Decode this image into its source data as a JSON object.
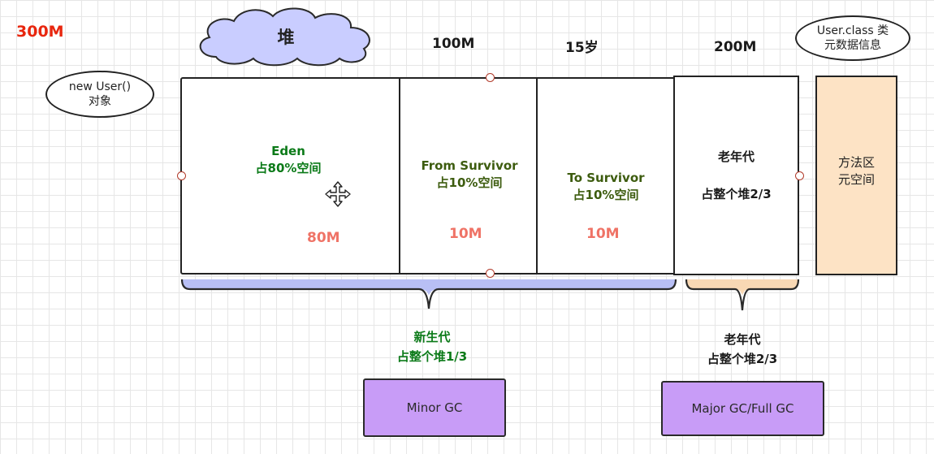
{
  "total_memory": "300M",
  "heap_label": "堆",
  "object_note": {
    "line1": "new User()",
    "line2": "对象"
  },
  "class_note": {
    "line1": "User.class 类",
    "line2": "元数据信息"
  },
  "sizes": {
    "young": "100M",
    "age_threshold": "15岁",
    "old": "200M"
  },
  "regions": {
    "eden": {
      "name": "Eden",
      "share": "占80%空间",
      "size": "80M"
    },
    "from_survivor": {
      "name": "From Survivor",
      "share": "占10%空间",
      "size": "10M"
    },
    "to_survivor": {
      "name": "To Survivor",
      "share": "占10%空间",
      "size": "10M"
    },
    "old_gen": {
      "name": "老年代",
      "share": "占整个堆2/3"
    },
    "method_area": {
      "line1": "方法区",
      "line2": "元空间"
    }
  },
  "groups": {
    "young": {
      "line1": "新生代",
      "line2": "占整个堆1/3"
    },
    "old": {
      "line1": "老年代",
      "line2": "占整个堆2/3"
    }
  },
  "gc": {
    "minor": "Minor GC",
    "major": "Major GC/Full GC"
  },
  "colors": {
    "total": "#e8260e",
    "heap_cloud": "#c9cdff",
    "young_brace": "#b8bff5",
    "old_brace": "#f8d8b4",
    "gc_fill": "#c89cf7",
    "method_area_fill": "#fde3c5",
    "size_text": "#ef7366"
  }
}
